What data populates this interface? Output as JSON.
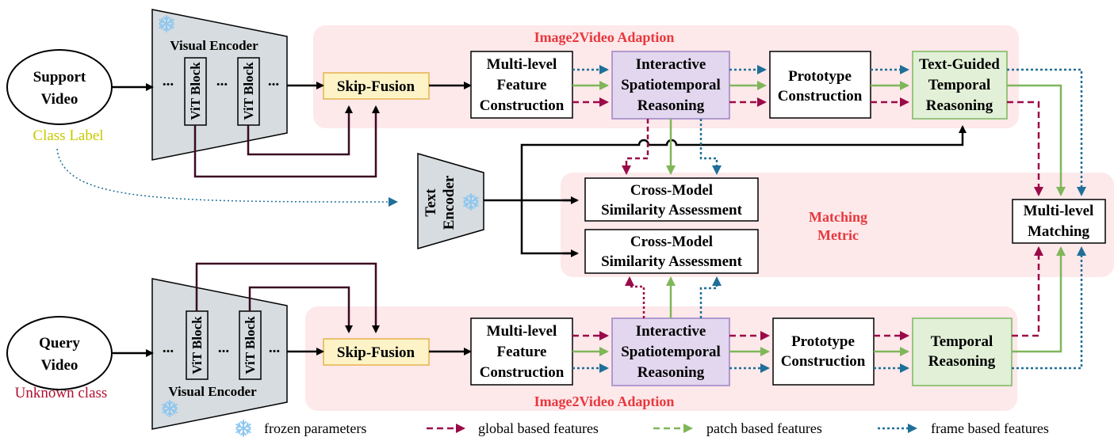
{
  "colors": {
    "global": "#9b0a48",
    "patch": "#7fb65a",
    "frame": "#1f6f98",
    "region_fill": "#fde8ea",
    "region_title": "#e8383d",
    "encoder_fill": "#d6dcdf",
    "skip_fill": "#fdf3c6",
    "skip_stroke": "#e7b24f",
    "interactive_fill": "#e2d7ee",
    "interactive_stroke": "#9d82c6",
    "green_fill": "#e1f0d7",
    "green_stroke": "#7ab75c",
    "class_label": "#c8c800",
    "unknown_class": "#b01030",
    "snow": "#8ec7ef"
  },
  "support": {
    "video_line1": "Support",
    "video_line2": "Video",
    "class_label": "Class Label",
    "visual_encoder": "Visual Encoder",
    "vit_block": "ViT Block",
    "dots": "...",
    "skip_fusion": "Skip-Fusion",
    "region_title": "Image2Video Adaption",
    "mfc": [
      "Multi-level",
      "Feature",
      "Construction"
    ],
    "isr": [
      "Interactive",
      "Spatiotemporal",
      "Reasoning"
    ],
    "proto": [
      "Prototype",
      "Construction"
    ],
    "tgtr": [
      "Text-Guided",
      "Temporal",
      "Reasoning"
    ]
  },
  "query": {
    "video_line1": "Query",
    "video_line2": "Video",
    "class_label": "Unknown class",
    "visual_encoder": "Visual Encoder",
    "vit_block": "ViT Block",
    "dots": "...",
    "skip_fusion": "Skip-Fusion",
    "region_title": "Image2Video Adaption",
    "mfc": [
      "Multi-level",
      "Feature",
      "Construction"
    ],
    "isr": [
      "Interactive",
      "Spatiotemporal",
      "Reasoning"
    ],
    "proto": [
      "Prototype",
      "Construction"
    ],
    "tr": [
      "Temporal",
      "Reasoning"
    ]
  },
  "text_encoder": [
    "Text",
    "Encoder"
  ],
  "matching": {
    "region_title": [
      "Matching",
      "Metric"
    ],
    "cmsa": [
      "Cross-Model",
      "Similarity Assessment"
    ],
    "mlm": [
      "Multi-level",
      "Matching"
    ]
  },
  "legend": {
    "frozen": "frozen parameters",
    "global": "global based features",
    "patch": "patch based features",
    "frame": "frame based features"
  }
}
